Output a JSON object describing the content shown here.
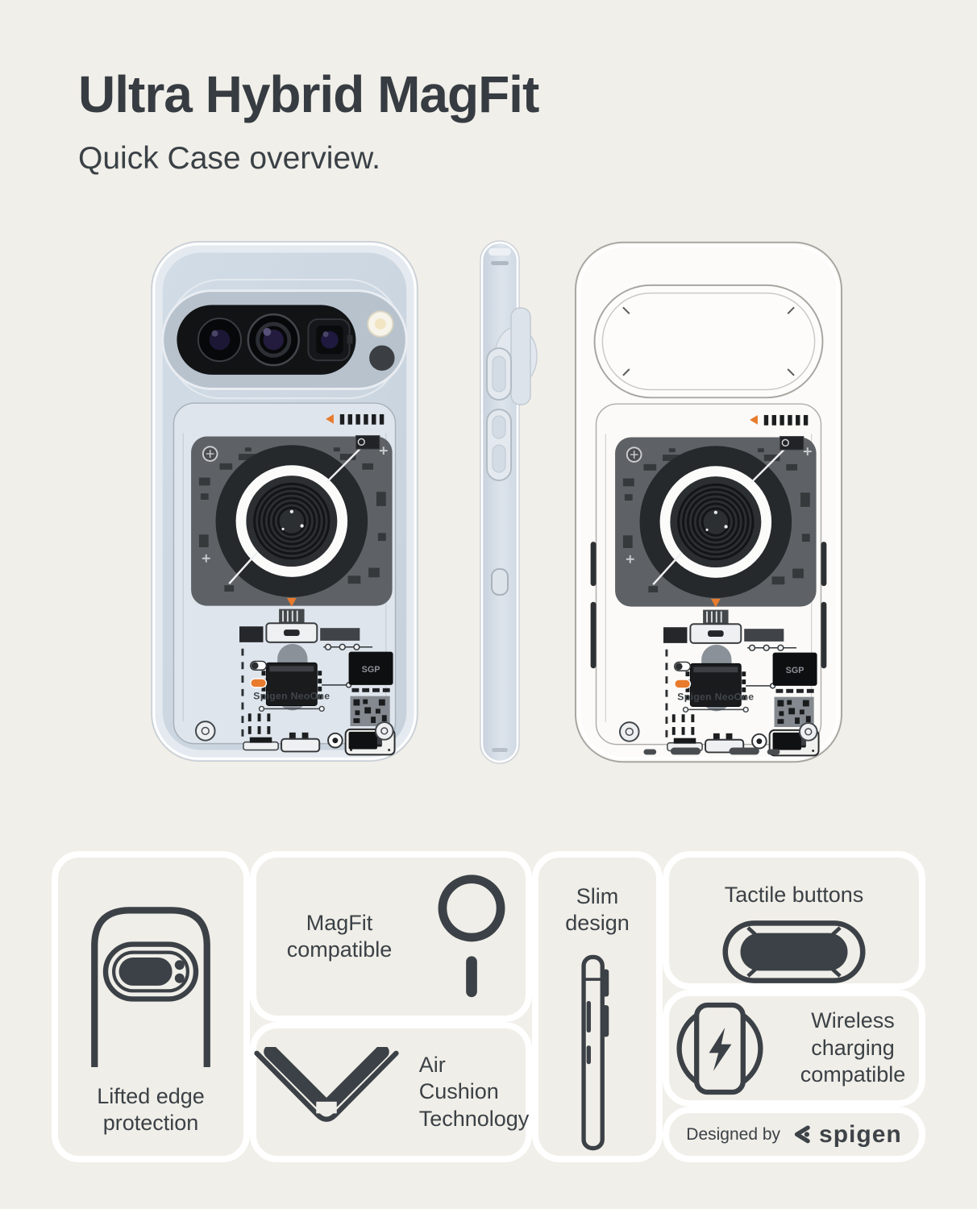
{
  "colors": {
    "background": "#f1efe9",
    "card": "#f0eee8",
    "ink": "#3a4045",
    "accent_orange": "#e87b2d",
    "white": "#ffffff",
    "phone_blue": "#cdd7e1"
  },
  "header": {
    "title": "Ultra Hybrid MagFit",
    "subtitle": "Quick Case overview."
  },
  "showcase": {
    "print": {
      "brand": "Spigen NeoOne",
      "chip": "SGP"
    }
  },
  "features": {
    "lifted_edge": {
      "label": "Lifted edge protection"
    },
    "magfit": {
      "label": "MagFit compatible"
    },
    "air_cushion": {
      "label": "Air Cushion Technology"
    },
    "slim": {
      "label": "Slim design"
    },
    "tactile": {
      "label": "Tactile buttons"
    },
    "wireless": {
      "label": "Wireless charging compatible"
    },
    "designed_by": {
      "label": "Designed by",
      "brand": "spigen"
    }
  }
}
